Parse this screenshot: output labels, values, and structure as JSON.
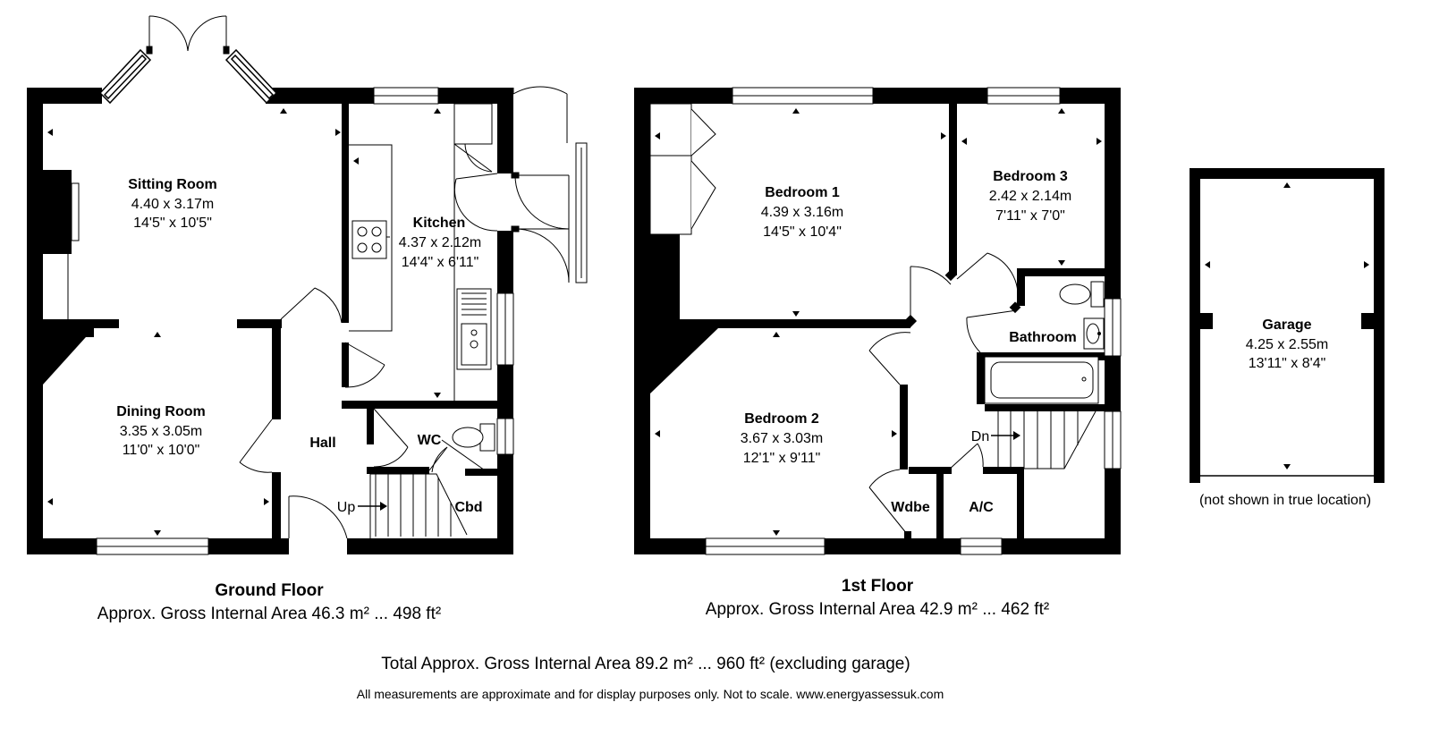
{
  "ground_floor": {
    "title": "Ground Floor",
    "area": "Approx. Gross Internal Area 46.3 m² ... 498 ft²",
    "rooms": {
      "sitting_room": {
        "name": "Sitting Room",
        "metric": "4.40 x 3.17m",
        "imperial": "14'5\" x 10'5\""
      },
      "kitchen": {
        "name": "Kitchen",
        "metric": "4.37 x 2.12m",
        "imperial": "14'4\" x 6'11\""
      },
      "dining_room": {
        "name": "Dining Room",
        "metric": "3.35 x 3.05m",
        "imperial": "11'0\" x 10'0\""
      }
    },
    "labels": {
      "hall": "Hall",
      "wc": "WC",
      "cbd": "Cbd",
      "up": "Up"
    }
  },
  "first_floor": {
    "title": "1st Floor",
    "area": "Approx. Gross Internal Area 42.9 m² ... 462 ft²",
    "rooms": {
      "bedroom1": {
        "name": "Bedroom 1",
        "metric": "4.39 x 3.16m",
        "imperial": "14'5\" x 10'4\""
      },
      "bedroom3": {
        "name": "Bedroom 3",
        "metric": "2.42 x 2.14m",
        "imperial": "7'11\" x 7'0\""
      },
      "bedroom2": {
        "name": "Bedroom 2",
        "metric": "3.67 x 3.03m",
        "imperial": "12'1\" x 9'11\""
      }
    },
    "labels": {
      "bathroom": "Bathroom",
      "dn": "Dn",
      "wdbe": "Wdbe",
      "ac": "A/C"
    }
  },
  "garage": {
    "name": "Garage",
    "metric": "4.25 x 2.55m",
    "imperial": "13'11\" x 8'4\"",
    "note": "(not shown in true location)"
  },
  "total": "Total Approx. Gross Internal Area 89.2 m² ... 960 ft² (excluding garage)",
  "disclaimer": "All measurements are approximate and for display purposes only. Not to scale. www.energyassessuk.com",
  "colors": {
    "wall": "#000000",
    "background": "#ffffff"
  }
}
